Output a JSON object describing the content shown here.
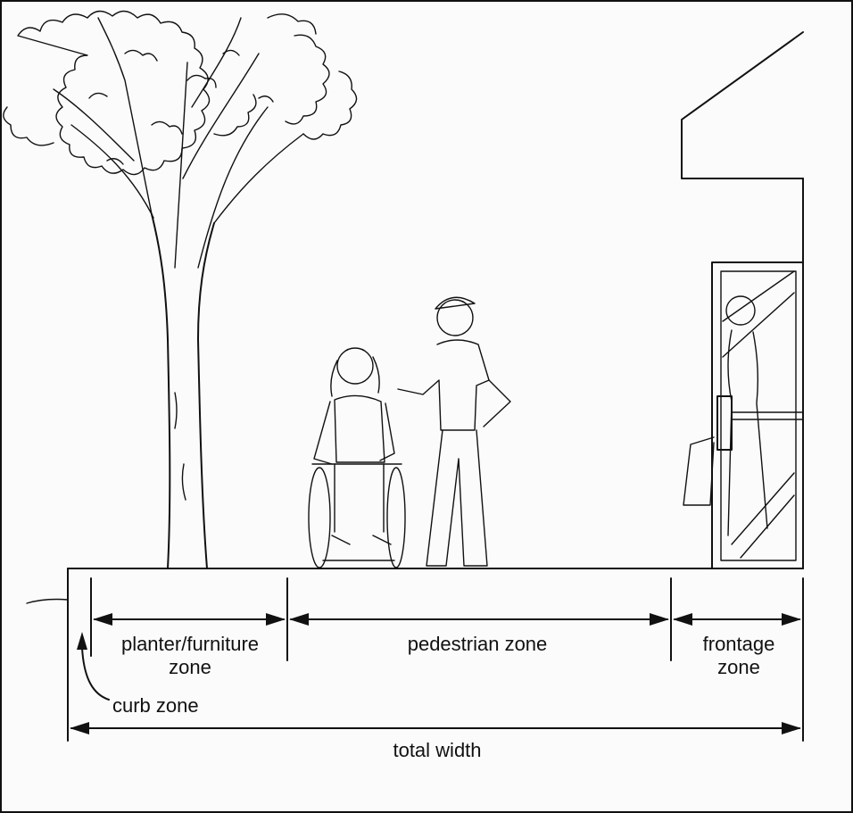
{
  "labels": {
    "planter_line1": "planter/furniture",
    "planter_line2": "zone",
    "pedestrian": "pedestrian zone",
    "frontage_line1": "frontage",
    "frontage_line2": "zone",
    "curb": "curb zone",
    "total": "total width"
  },
  "icons": [
    "tree-icon",
    "wheelchair-user-icon",
    "pedestrian-icon",
    "building-icon",
    "shopper-icon"
  ]
}
